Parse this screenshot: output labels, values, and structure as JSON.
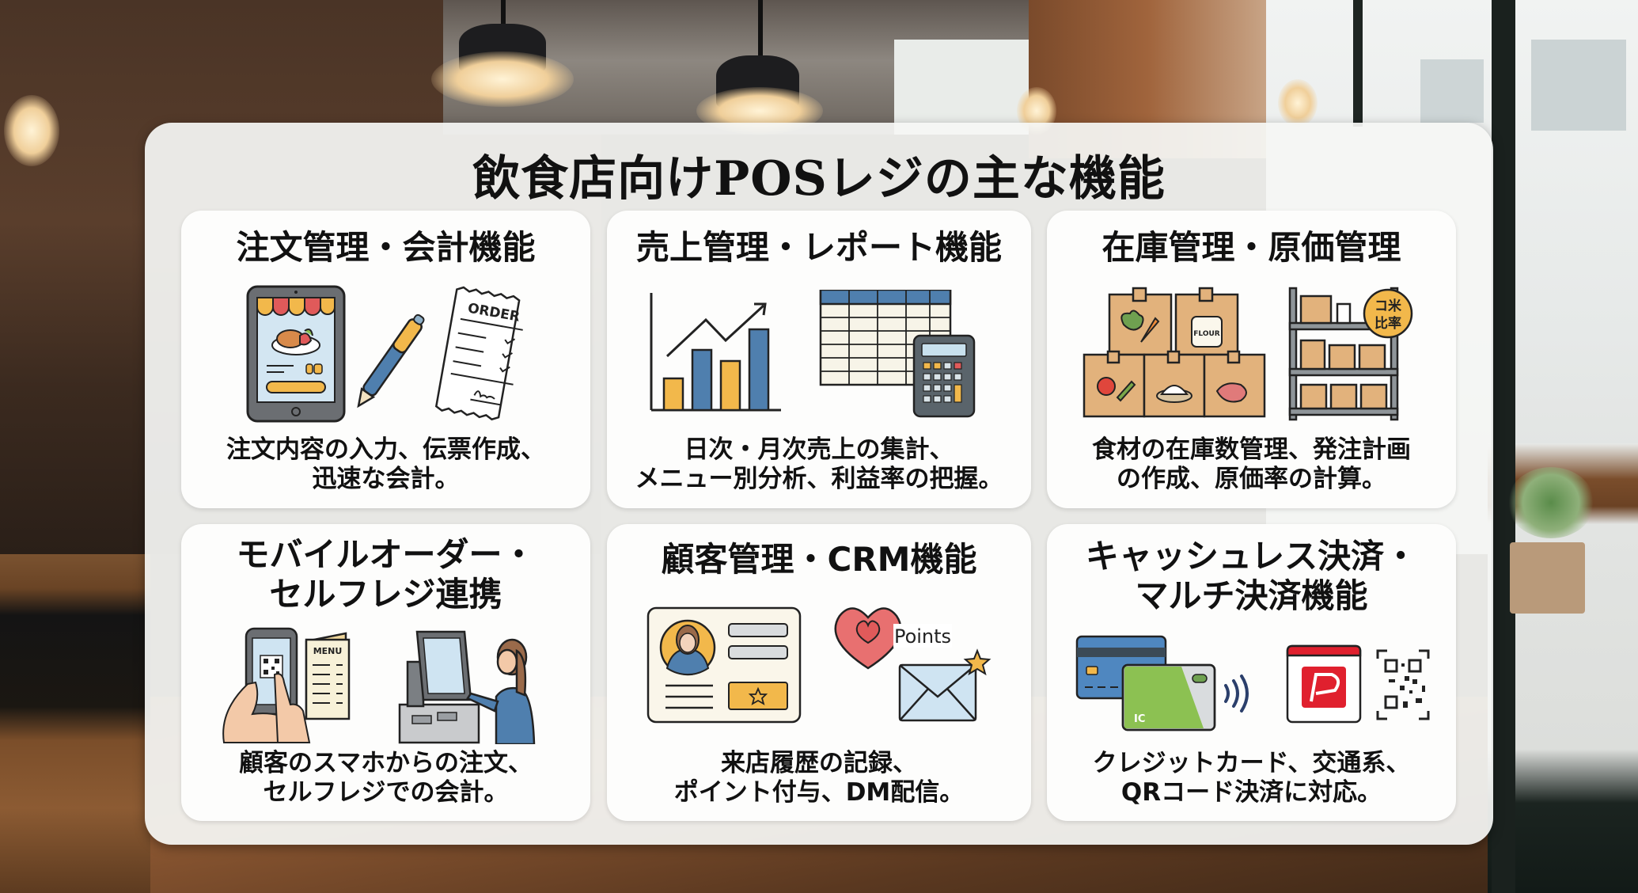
{
  "title": "飲食店向けPOSレジの主な機能",
  "cards": [
    {
      "title": "注文管理・会計機能",
      "description": "注文内容の入力、伝票作成、\n迅速な会計。",
      "icons": [
        "tablet-menu-icon",
        "pen-icon",
        "order-slip-icon"
      ],
      "labels": {
        "order_slip": "ORDER"
      }
    },
    {
      "title": "売上管理・レポート機能",
      "description": "日次・月次売上の集計、\nメニュー別分析、利益率の把握。",
      "icons": [
        "bar-chart-trend-icon",
        "spreadsheet-icon",
        "calculator-icon"
      ]
    },
    {
      "title": "在庫管理・原価管理",
      "description": "食材の在庫数管理、発注計画\nの作成、原価率の計算。",
      "icons": [
        "ingredient-boxes-icon",
        "storage-shelf-icon",
        "cost-ratio-badge-icon"
      ],
      "labels": {
        "flour_bag": "FLOUR",
        "badge_line1": "コ米",
        "badge_line2": "比率"
      }
    },
    {
      "title": "モバイルオーダー・\nセルフレジ連携",
      "title_lines": [
        "モバイルオーダー・",
        "セルフレジ連携"
      ],
      "description": "顧客のスマホからの注文、\nセルフレジでの会計。",
      "icons": [
        "smartphone-qr-icon",
        "menu-booklet-icon",
        "self-checkout-kiosk-icon"
      ],
      "labels": {
        "menu": "MENU"
      }
    },
    {
      "title": "顧客管理・CRM機能",
      "description": "来店履歴の記録、\nポイント付与、DM配信。",
      "icons": [
        "customer-profile-card-icon",
        "heart-points-icon",
        "mail-star-icon"
      ],
      "labels": {
        "points": "Points"
      }
    },
    {
      "title": "キャッシュレス決済・\nマルチ決済機能",
      "title_lines": [
        "キャッシュレス決済・",
        "マルチ決済機能"
      ],
      "description": "クレジットカード、交通系、\nQRコード決済に対応。",
      "icons": [
        "credit-card-icon",
        "ic-card-icon",
        "contactless-icon",
        "qr-pay-app-icon",
        "qr-code-icon"
      ],
      "labels": {
        "ic_card": "IC"
      }
    }
  ],
  "colors": {
    "accent_yellow": "#f2b84b",
    "accent_blue": "#4f7fae",
    "accent_red": "#e05a5a",
    "paypay_red": "#e0202e",
    "ic_green": "#8cc152",
    "box_tan": "#e2b27c",
    "shelf_gray": "#8f9599"
  }
}
